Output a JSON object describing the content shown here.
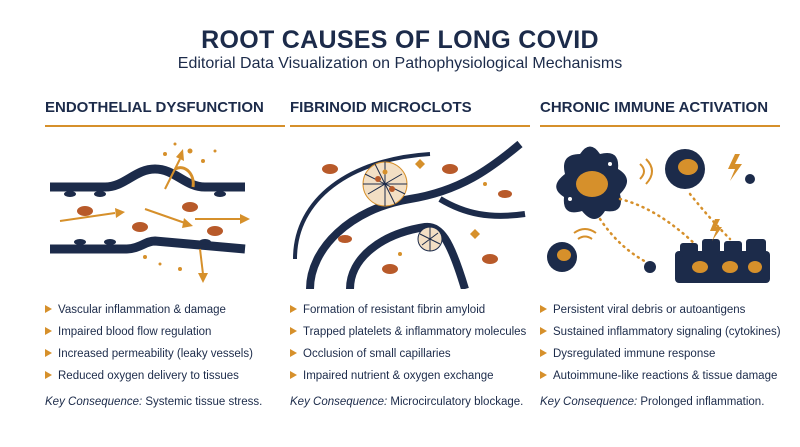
{
  "header": {
    "title": "ROOT CAUSES OF LONG COVID",
    "subtitle": "Editorial Data Visualization on Pathophysiological Mechanisms"
  },
  "colors": {
    "navy": "#1c2b4a",
    "gold": "#d6902b",
    "blood": "#b85a2a"
  },
  "columns": [
    {
      "title": "ENDOTHELIAL DYSFUNCTION",
      "bullets": [
        "Vascular inflammation & damage",
        "Impaired blood flow regulation",
        "Increased permeability (leaky vessels)",
        "Reduced oxygen delivery to tissues"
      ],
      "key_label": "Key Consequence:",
      "key_text": "Systemic tissue stress."
    },
    {
      "title": "FIBRINOID MICROCLOTS",
      "bullets": [
        "Formation of resistant fibrin amyloid",
        "Trapped platelets & inflammatory molecules",
        "Occlusion of small capillaries",
        "Impaired nutrient & oxygen exchange"
      ],
      "key_label": "Key Consequence:",
      "key_text": "Microcirculatory blockage."
    },
    {
      "title": "CHRONIC IMMUNE ACTIVATION",
      "bullets": [
        "Persistent viral debris or autoantigens",
        "Sustained inflammatory signaling (cytokines)",
        "Dysregulated immune response",
        "Autoimmune-like reactions & tissue damage"
      ],
      "key_label": "Key Consequence:",
      "key_text": "Prolonged inflammation."
    }
  ]
}
